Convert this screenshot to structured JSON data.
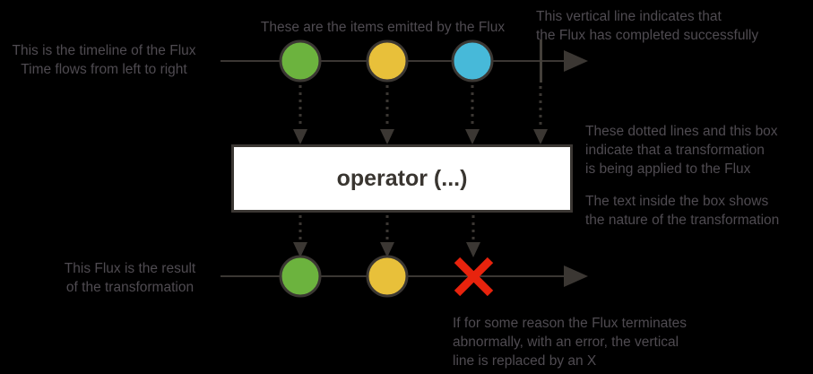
{
  "colors": {
    "background": "#000000",
    "line": "#3b3733",
    "annotation_text": "#4f4b51",
    "marble_green": "#6cb33e",
    "marble_yellow": "#e8c03a",
    "marble_blue": "#47b9d9",
    "marble_border": "#3b3733",
    "error_red": "#e8230d",
    "operator_box_bg": "#ffffff",
    "operator_box_border": "#3b3733",
    "operator_box_text": "#393530"
  },
  "annotations": {
    "timeline": "This is the timeline of the Flux\nTime flows from left to right",
    "items": "These are the items emitted by the Flux",
    "complete": "This vertical line indicates that\nthe Flux has completed successfully",
    "transformation": "These dotted lines and this box\nindicate that a transformation\nis being applied to the Flux",
    "box_text": "The text inside the box shows\nthe nature of the transformation",
    "result": "This Flux is the result\nof the transformation",
    "error": "If for some reason the Flux terminates\nabnormally, with an error, the vertical\nline is replaced by an X"
  },
  "operator_box": {
    "label": "operator (...)"
  },
  "source_flux": {
    "emissions": [
      "green",
      "yellow",
      "blue"
    ],
    "terminal": "complete"
  },
  "result_flux": {
    "emissions": [
      "green",
      "yellow"
    ],
    "terminal": "error"
  }
}
